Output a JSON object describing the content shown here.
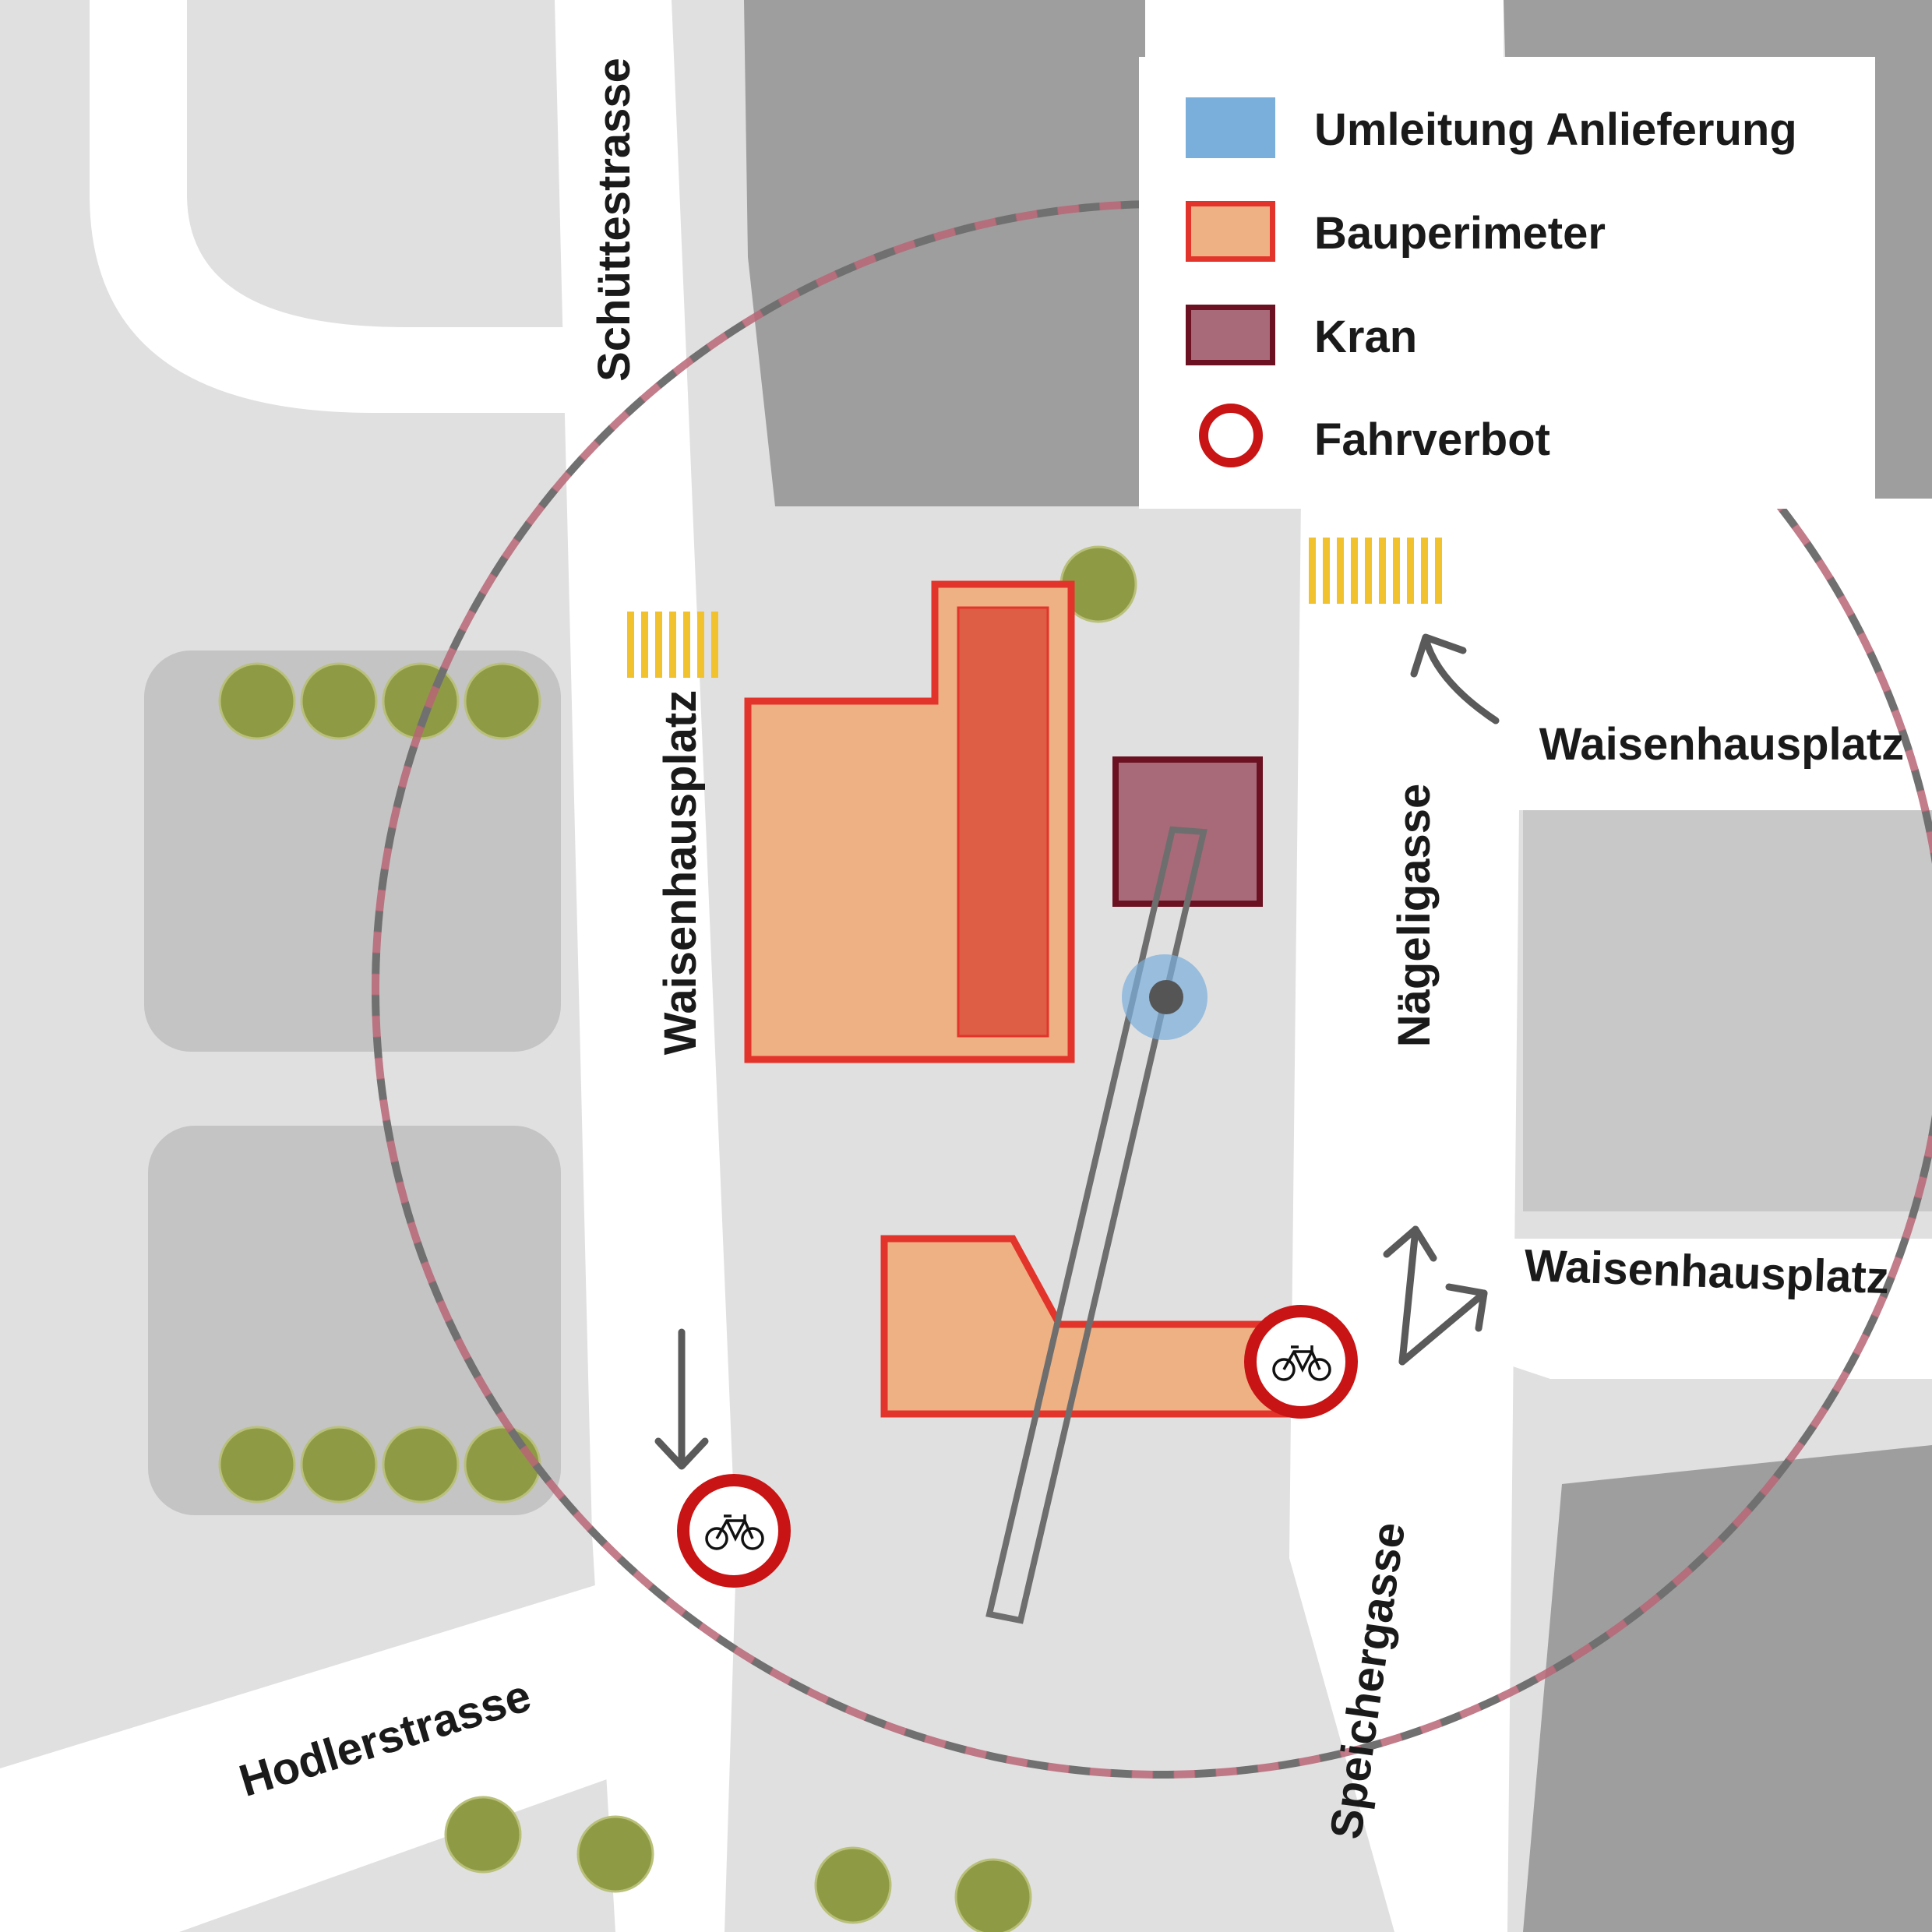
{
  "legend": {
    "items": [
      {
        "key": "detour",
        "label": "Umleitung Anlieferung",
        "color": "#7aaedb"
      },
      {
        "key": "perimeter",
        "label": "Bauperimeter",
        "color": "#eeb184",
        "border": "#e3342b"
      },
      {
        "key": "crane",
        "label": "Kran",
        "color": "#a86a78",
        "border": "#6b1122"
      },
      {
        "key": "no-entry",
        "label": "Fahrverbot",
        "color": "#ffffff",
        "border": "#c81414"
      }
    ]
  },
  "streets": {
    "schuettestrasse": "Schüttestrasse",
    "waisenhausplatz_west": "Waisenhausplatz",
    "waisenhausplatz_northeast": "Waisenhausplatz",
    "waisenhausplatz_east": "Waisenhausplatz",
    "naegeligasse": "Nägeligasse",
    "hodlerstrasse": "Hodlerstrasse",
    "speichergasse": "Speichergasse"
  },
  "colors": {
    "background": "#e0e0e0",
    "road": "#ffffff",
    "block_light": "#c4c4c4",
    "block_dark": "#9e9e9e",
    "tree": "#8f9a45",
    "crosswalk": "#f2c12e",
    "arrow": "#5a5a5a"
  },
  "icons": {
    "no_cycling_sign": "bicycle-icon",
    "arrow": "direction-arrow-icon"
  }
}
